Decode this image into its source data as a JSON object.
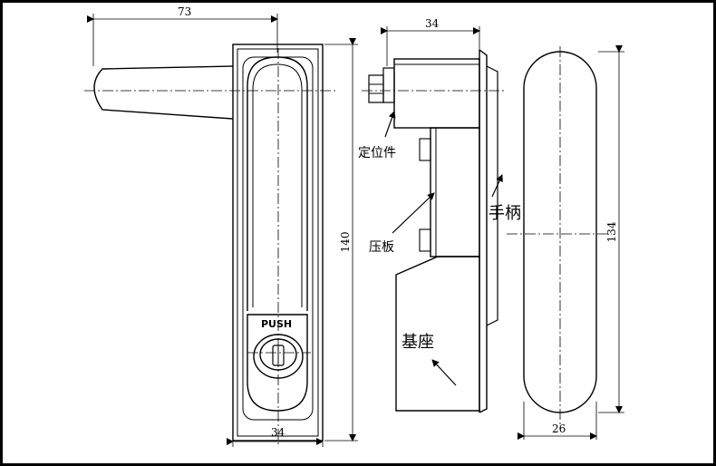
{
  "dimensions": {
    "front_handle_length": "73",
    "front_width": "34",
    "front_height": "140",
    "side_depth": "34",
    "back_height": "134",
    "back_width": "26"
  },
  "front_view": {
    "push_label": "PUSH"
  },
  "callouts": {
    "positioning_part": "定位件",
    "pressure_plate": "压板",
    "handle": "手柄",
    "base": "基座"
  }
}
